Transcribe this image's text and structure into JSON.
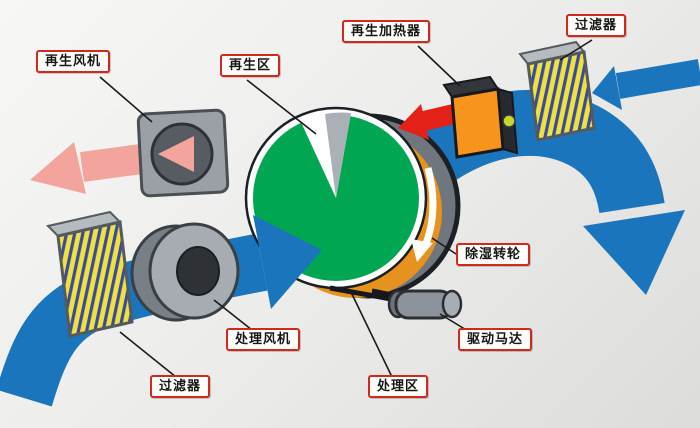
{
  "diagram_title": "rotary-desiccant-dehumidifier-schematic",
  "labels": {
    "regen_fan": "再生风机",
    "regen_zone": "再生区",
    "regen_heater": "再生加热器",
    "filter_top": "过滤器",
    "dehumid_wheel": "除湿转轮",
    "drive_motor": "驱动马达",
    "process_fan": "处理风机",
    "filter_bottom": "过滤器",
    "process_zone": "处理区"
  },
  "colors": {
    "process_air_blue": "#1b75bc",
    "regen_exhaust_pink": "#f2a49d",
    "hot_air_red": "#e32119",
    "wheel_green": "#00a651",
    "wheel_rim_orange": "#e5921f",
    "heater_orange": "#f7941e",
    "filter_yellow": "#f0e23c",
    "filter_slat_navy": "#3a4aa0",
    "metal_gray": "#9aa0a6",
    "label_border_red": "#d3281e"
  }
}
